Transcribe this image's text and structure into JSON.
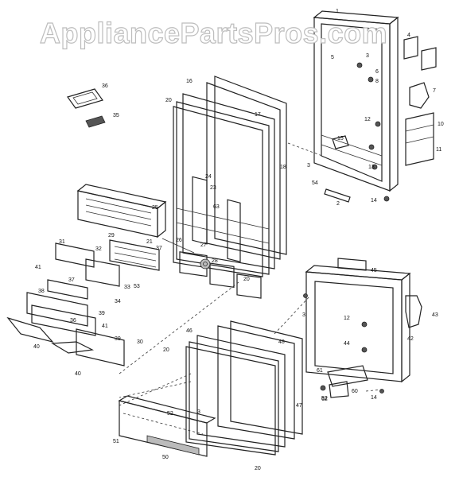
{
  "watermark": "AppliancePartsPros.com",
  "callouts": [
    {
      "id": "c1",
      "text": "1"
    },
    {
      "id": "c2",
      "text": "2"
    },
    {
      "id": "c3",
      "text": "3"
    },
    {
      "id": "c4",
      "text": "4"
    },
    {
      "id": "c5",
      "text": "5"
    },
    {
      "id": "c6",
      "text": "6"
    },
    {
      "id": "c7",
      "text": "7"
    },
    {
      "id": "c8",
      "text": "8"
    },
    {
      "id": "c10",
      "text": "10"
    },
    {
      "id": "c11",
      "text": "11"
    },
    {
      "id": "c12",
      "text": "12"
    },
    {
      "id": "c13",
      "text": "13"
    },
    {
      "id": "c14",
      "text": "14"
    },
    {
      "id": "c15",
      "text": "15"
    },
    {
      "id": "c16",
      "text": "16"
    },
    {
      "id": "c17",
      "text": "17"
    },
    {
      "id": "c18",
      "text": "18"
    },
    {
      "id": "c20",
      "text": "20"
    },
    {
      "id": "c21",
      "text": "21"
    },
    {
      "id": "c23",
      "text": "23"
    },
    {
      "id": "c24",
      "text": "24"
    },
    {
      "id": "c25",
      "text": "25"
    },
    {
      "id": "c26",
      "text": "26"
    },
    {
      "id": "c27",
      "text": "27"
    },
    {
      "id": "c28",
      "text": "28"
    },
    {
      "id": "c29",
      "text": "29"
    },
    {
      "id": "c30",
      "text": "30"
    },
    {
      "id": "c31",
      "text": "31"
    },
    {
      "id": "c32",
      "text": "32"
    },
    {
      "id": "c33",
      "text": "33"
    },
    {
      "id": "c34",
      "text": "34"
    },
    {
      "id": "c35",
      "text": "35"
    },
    {
      "id": "c36",
      "text": "36"
    },
    {
      "id": "c37",
      "text": "37"
    },
    {
      "id": "c38",
      "text": "38"
    },
    {
      "id": "c39",
      "text": "39"
    },
    {
      "id": "c40",
      "text": "40"
    },
    {
      "id": "c41",
      "text": "41"
    },
    {
      "id": "c42",
      "text": "42"
    },
    {
      "id": "c43",
      "text": "43"
    },
    {
      "id": "c44",
      "text": "44"
    },
    {
      "id": "c45",
      "text": "45"
    },
    {
      "id": "c46",
      "text": "46"
    },
    {
      "id": "c47",
      "text": "47"
    },
    {
      "id": "c48",
      "text": "48"
    },
    {
      "id": "c50",
      "text": "50"
    },
    {
      "id": "c51",
      "text": "51"
    },
    {
      "id": "c52",
      "text": "52"
    },
    {
      "id": "c53",
      "text": "53"
    },
    {
      "id": "c54",
      "text": "54"
    },
    {
      "id": "c60",
      "text": "60"
    },
    {
      "id": "c61",
      "text": "61"
    },
    {
      "id": "c62",
      "text": "62"
    },
    {
      "id": "c63",
      "text": "63"
    }
  ]
}
